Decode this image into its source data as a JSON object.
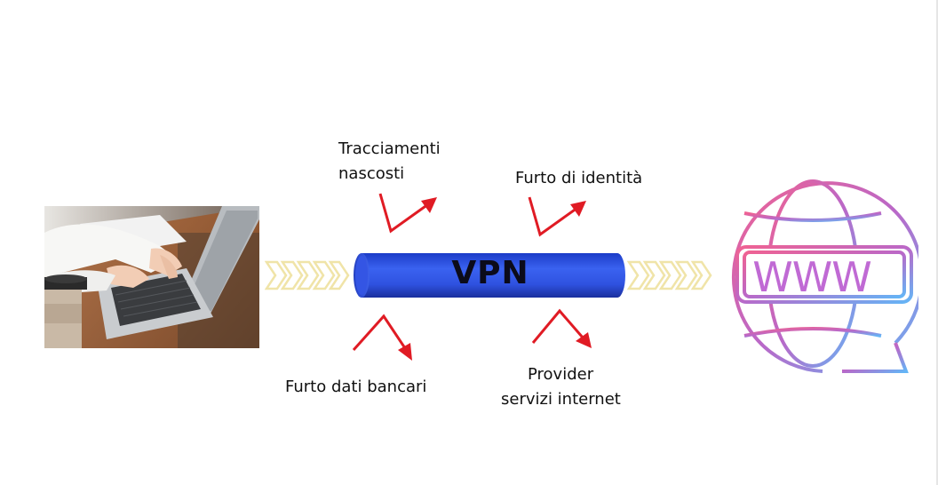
{
  "diagram": {
    "vpn_label": "VPN",
    "www_label": "WWW",
    "threats": {
      "hidden_tracking": {
        "line1": "Tracciamenti",
        "line2": "nascosti"
      },
      "identity_theft": {
        "line1": "Furto di identità"
      },
      "bank_data_theft": {
        "line1": "Furto dati bancari"
      },
      "isp": {
        "line1": "Provider",
        "line2": "servizi internet"
      }
    },
    "colors": {
      "pipe": "#2f52e0",
      "arrow": "#e01b24",
      "chevron": "#f0e4a8",
      "globe_gradient_start": "#f06292",
      "globe_gradient_end": "#64b5f6"
    }
  }
}
